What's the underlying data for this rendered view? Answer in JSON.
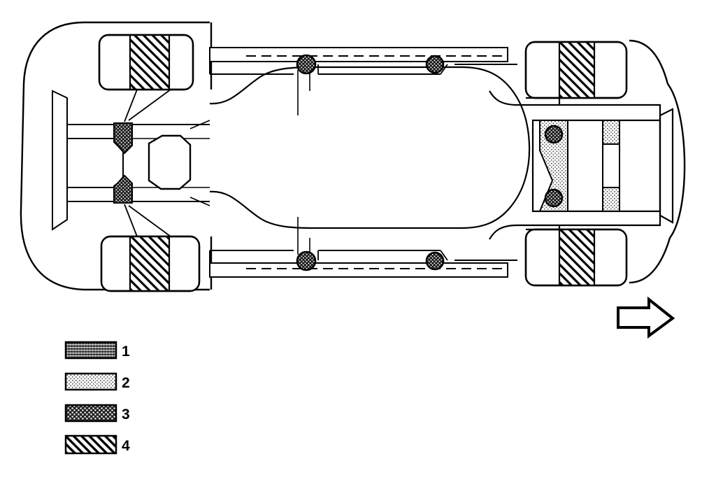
{
  "diagram": {
    "title": "Vehicle underbody / chassis plan view",
    "view": "top-down plan view of vehicle floor structure",
    "direction_marker": {
      "name": "forward-direction-arrow",
      "points": "right",
      "label": ""
    },
    "colors": {
      "line": "#000000",
      "fill": "#ffffff",
      "pattern_dark": "#1a1a1a",
      "pattern_light": "#b5b5b5"
    },
    "components": {
      "front_wheels": 2,
      "rear_wheels": 2,
      "subframe_bushings": 2,
      "rail_fasteners": 4,
      "rear_mount_bolts": 2,
      "octagon_panel": 1
    }
  },
  "legend": {
    "name": "material-pattern-legend",
    "items": [
      {
        "id": "1",
        "label": "1",
        "pattern": "dense-horizontal-hatch",
        "pattern_name": "pattern-1-dense-line"
      },
      {
        "id": "2",
        "label": "2",
        "pattern": "light-stipple-dots",
        "pattern_name": "pattern-2-stipple"
      },
      {
        "id": "3",
        "label": "3",
        "pattern": "woven-basket-crosshatch",
        "pattern_name": "pattern-3-woven"
      },
      {
        "id": "4",
        "label": "4",
        "pattern": "diagonal-hatch",
        "pattern_name": "pattern-4-diagonal"
      }
    ]
  }
}
